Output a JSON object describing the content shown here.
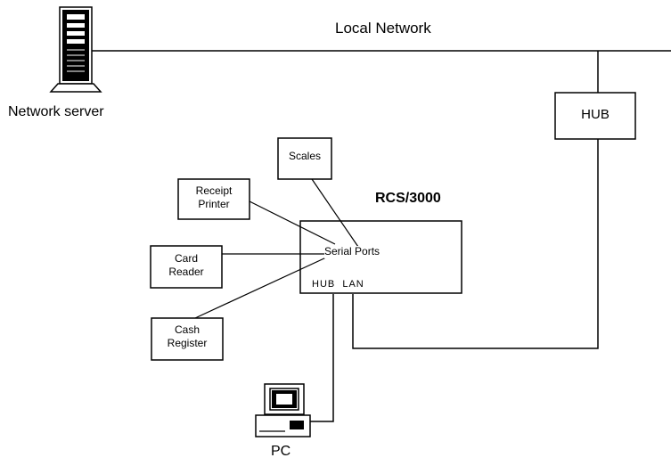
{
  "labels": {
    "local_network": "Local Network",
    "network_server": "Network server",
    "hub": "HUB",
    "scales": "Scales",
    "receipt_printer": [
      "Receipt",
      "Printer"
    ],
    "card_reader": [
      "Card",
      "Reader"
    ],
    "cash_register": [
      "Cash",
      "Register"
    ],
    "rcs_title": "RCS/3000",
    "serial_ports": "Serial Ports",
    "rcs_ports": "HUB  LAN",
    "pc": "PC"
  },
  "icons": [
    "network-server-icon",
    "pc-icon"
  ],
  "colors": {
    "stroke": "#000000",
    "background": "#ffffff",
    "icon_fill": "#000000"
  }
}
